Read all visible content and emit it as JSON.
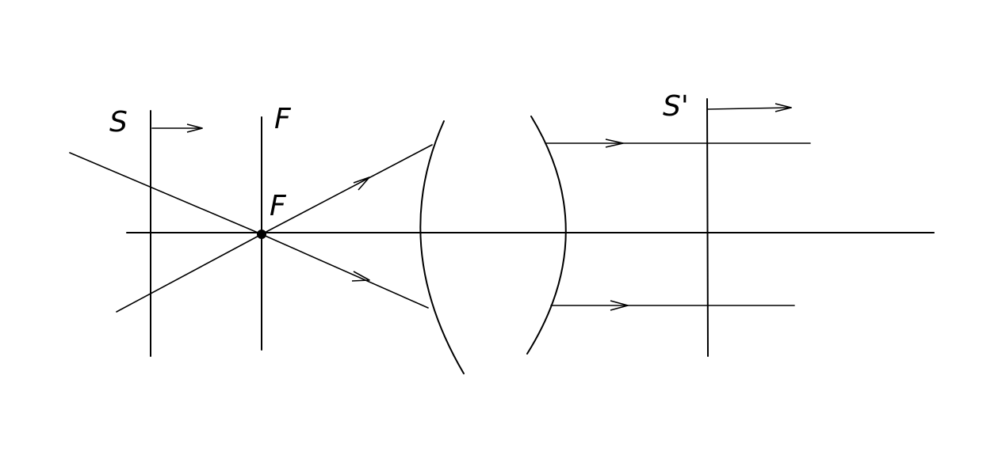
{
  "labels": {
    "screen_s": "S",
    "screen_s_prime": "S'",
    "focal_plane": "F",
    "focal_point": "F"
  },
  "colors": {
    "ink": "#000000",
    "background": "#ffffff"
  }
}
